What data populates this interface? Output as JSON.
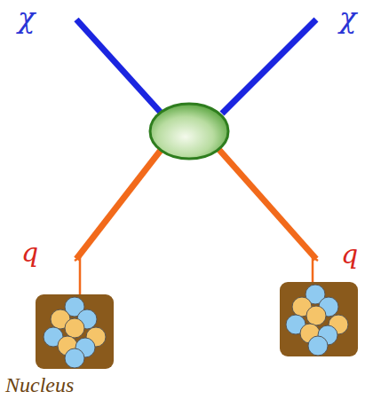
{
  "diagram": {
    "labels": [
      "χ",
      "χ",
      "q",
      "q",
      "Nucleus"
    ]
  }
}
